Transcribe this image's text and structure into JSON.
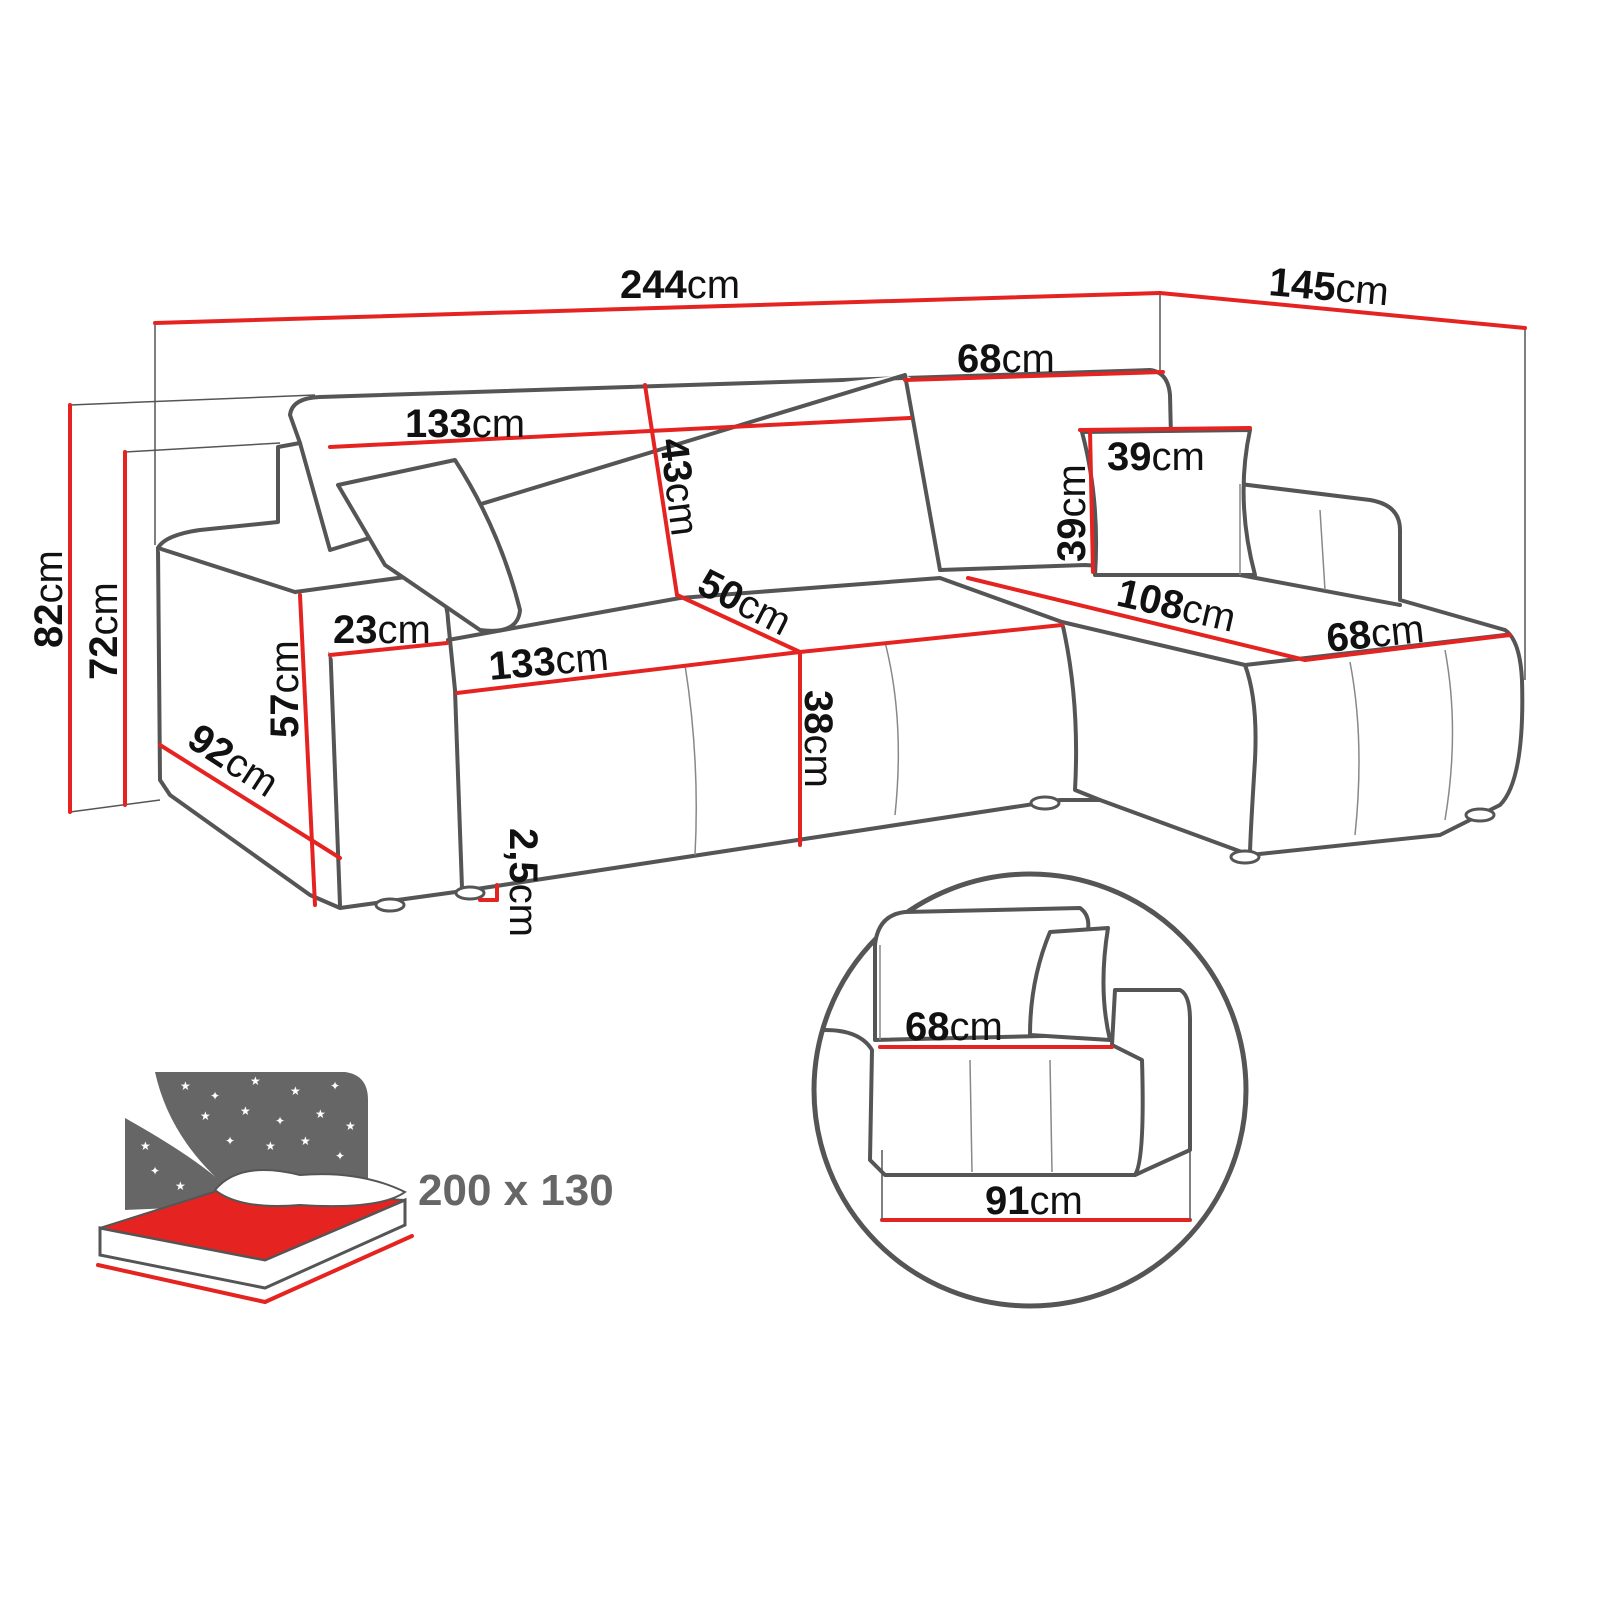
{
  "colors": {
    "dimension_line": "#e52421",
    "outline": "#555555",
    "bed_text": "#666666"
  },
  "dimensions": {
    "total_width": {
      "value": "244",
      "unit": "cm"
    },
    "chaise_depth": {
      "value": "145",
      "unit": "cm"
    },
    "back_right": {
      "value": "68",
      "unit": "cm"
    },
    "back_width": {
      "value": "133",
      "unit": "cm"
    },
    "back_height": {
      "value": "43",
      "unit": "cm"
    },
    "pillow_width": {
      "value": "39",
      "unit": "cm"
    },
    "pillow_height": {
      "value": "39",
      "unit": "cm"
    },
    "total_height": {
      "value": "82",
      "unit": "cm"
    },
    "height_72": {
      "value": "72",
      "unit": "cm"
    },
    "arm_height": {
      "value": "57",
      "unit": "cm"
    },
    "arm_width": {
      "value": "23",
      "unit": "cm"
    },
    "seat_width": {
      "value": "133",
      "unit": "cm"
    },
    "seat_depth": {
      "value": "50",
      "unit": "cm"
    },
    "chaise_length": {
      "value": "108",
      "unit": "cm"
    },
    "chaise_width": {
      "value": "68",
      "unit": "cm"
    },
    "total_depth": {
      "value": "92",
      "unit": "cm"
    },
    "seat_height": {
      "value": "38",
      "unit": "cm"
    },
    "leg_height": {
      "value": "2,5",
      "unit": "cm"
    },
    "inset_width": {
      "value": "68",
      "unit": "cm"
    },
    "inset_length": {
      "value": "91",
      "unit": "cm"
    }
  },
  "bed": {
    "size": "200 x 130"
  }
}
